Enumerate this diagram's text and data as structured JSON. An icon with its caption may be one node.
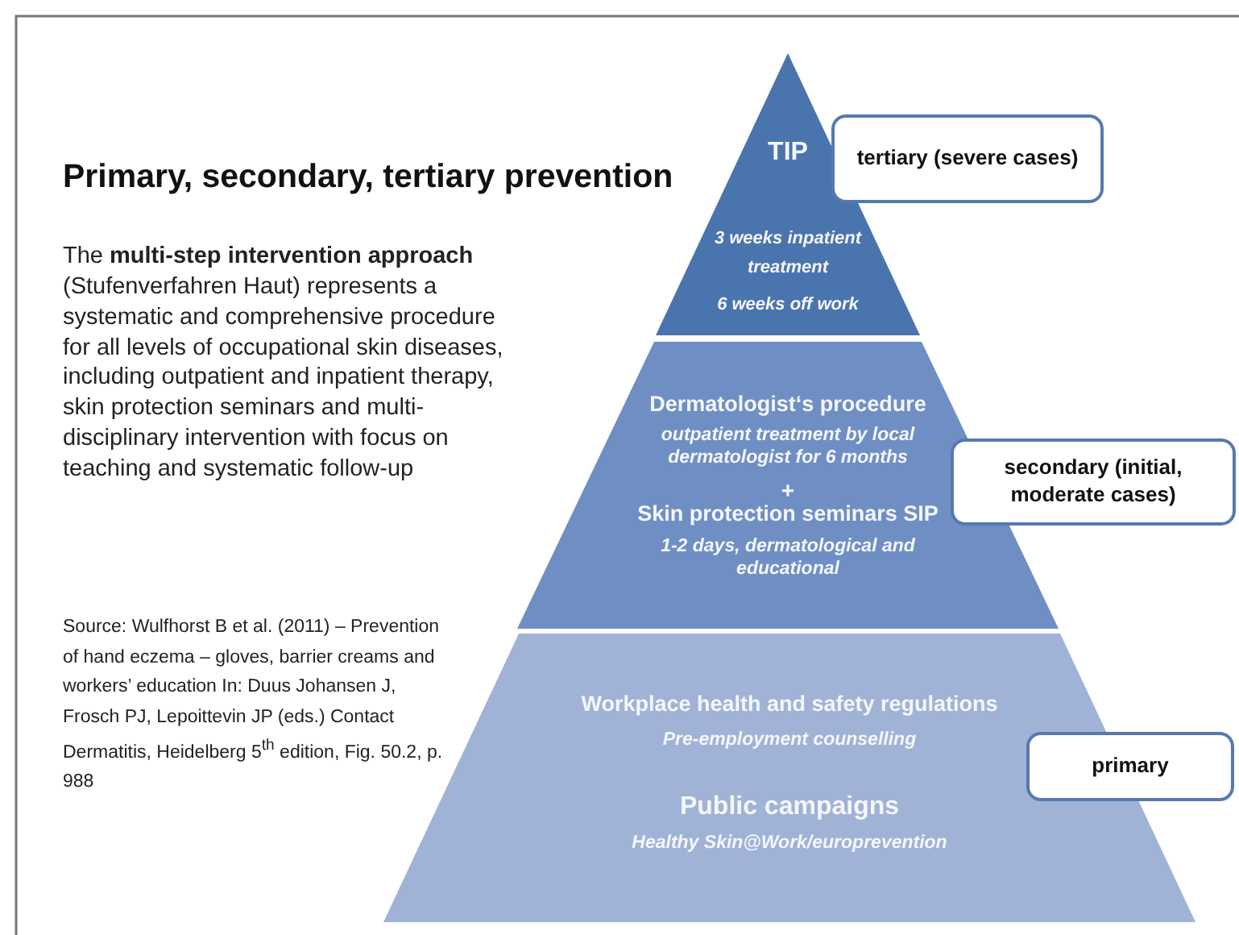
{
  "diagram": {
    "title": "Primary, secondary, tertiary prevention",
    "nodes": [
      {
        "text": [
          "TIP",
          "3 weeks inpatient treatment",
          "6 weeks off work"
        ]
      },
      {
        "text": [
          "Dermatologist‘s procedure",
          "outpatient treatment by local dermatologist for 6 months",
          "+",
          "Skin protection seminars SIP",
          "1-2 days, dermatological and educational"
        ]
      },
      {
        "text": [
          "Workplace health and safety regulations",
          "Pre-employment counselling",
          "Public campaigns",
          "Healthy Skin@Work/europrevention"
        ]
      },
      {
        "text": [
          "tertiary (severe cases)"
        ]
      },
      {
        "text": [
          "secondary (initial, moderate cases)"
        ]
      },
      {
        "text": [
          "primary"
        ]
      }
    ],
    "labels": [
      "The **multi-step intervention approach** (Stufenverfahren Haut) represents a systematic and comprehensive procedure for all  levels of occupational skin diseases, including outpatient and inpatient therapy, skin protection seminars and multi-disciplinary intervention with focus on teaching and systematic follow-up",
      "Source: Wulfhorst B et al. (2011) – Prevention of hand eczema – gloves, barrier creams and workers’ education In: Duus Johansen J, Frosch PJ, Lepoittevin JP (eds.) Contact Dermatitis, Heidelberg 5$^{th}$ edition, Fig. 50.2, p. 988"
    ]
  }
}
